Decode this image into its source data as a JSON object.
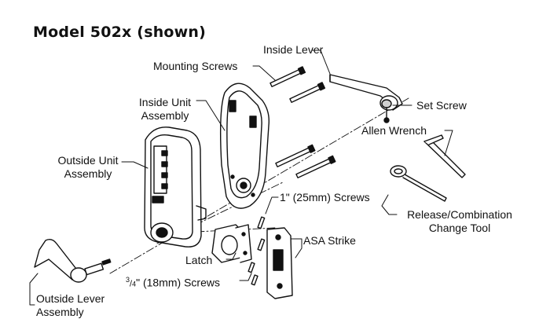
{
  "title": "Model 502x (shown)",
  "labels": {
    "inside_lever": "Inside Lever",
    "mounting_screws": "Mounting Screws",
    "inside_unit_1": "Inside Unit",
    "inside_unit_2": "Assembly",
    "outside_unit_1": "Outside Unit",
    "outside_unit_2": "Assembly",
    "set_screw": "Set Screw",
    "allen_wrench": "Allen Wrench",
    "screws_1in": "1\" (25mm) Screws",
    "release_tool_1": "Release/Combination",
    "release_tool_2": "Change Tool",
    "asa_strike": "ASA Strike",
    "latch": "Latch",
    "screws_34_super": "3",
    "screws_34_sub": "4",
    "screws_34_rest": "\" (18mm) Screws",
    "outside_lever_1": "Outside Lever",
    "outside_lever_2": "Assembly"
  },
  "colors": {
    "ink": "#111111",
    "fill": "#ffffff",
    "shade": "#cfcfcf"
  }
}
